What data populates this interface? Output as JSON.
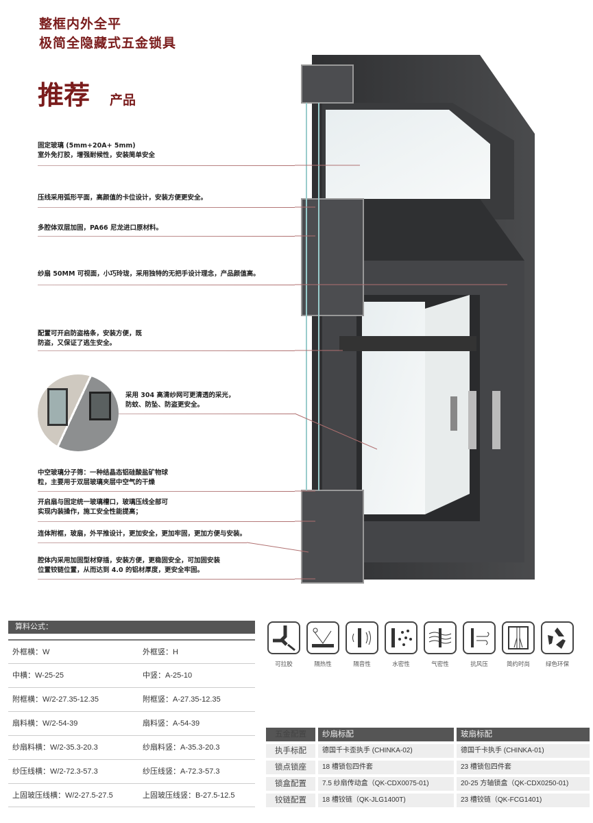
{
  "header": {
    "line1": "整框内外全平",
    "line2": "极简全隐藏式五金锁具",
    "recommend": "推荐",
    "product": "产品"
  },
  "notes": [
    {
      "l1": "固定玻璃 (5mm+20A+ 5mm)",
      "l2": "室外免打胶，增强耐候性，安装简单安全"
    },
    {
      "l1": "压线采用弧形平面，高颜值的卡位设计，安装方便更安全。",
      "l2": ""
    },
    {
      "l1": "多腔体双层加固，PA66 尼龙进口原材料。",
      "l2": ""
    },
    {
      "l1": "纱扇 50MM 可视面，小巧玲珑，采用独特的无把手设计理念，产品颜值高。",
      "l2": ""
    },
    {
      "l1": "配置可开启防盗格条，安装方便，既",
      "l2": "防盗，又保证了逃生安全。"
    },
    {
      "l1": "采用 304 高清纱网可更清透的采光，",
      "l2": "防蚊、防坠、防盗更安全。"
    },
    {
      "l1": "中空玻璃分子筛：一种结晶态铝硅酸盐矿物球",
      "l2": "粒，主要用于双层玻璃夹层中空气的干燥"
    },
    {
      "l1": "开启扇与固定统一玻璃槽口，玻璃压线全部可",
      "l2": "实现内装操作，施工安全性能提高；"
    },
    {
      "l1": "连体附框，玻扇，外平推设计，更加安全，更加牢固，更加方便与安装。",
      "l2": ""
    },
    {
      "l1": "腔体内采用加固型材穿插，安装方便，更稳固安全，可加固安装",
      "l2": "位置铰链位置，从而达到 4.0 的铝材厚度，更安全牢固。"
    }
  ],
  "formula": {
    "title": "算料公式：",
    "rows": [
      [
        "外框横：W",
        "外框竖：H"
      ],
      [
        "中横：W-25-25",
        "中竖：A-25-10"
      ],
      [
        "附框横：W/2-27.35-12.35",
        "附框竖：A-27.35-12.35"
      ],
      [
        "扇料横：W/2-54-39",
        "扇料竖：A-54-39"
      ],
      [
        "纱扇料横：W/2-35.3-20.3",
        "纱扇料竖：A-35.3-20.3"
      ],
      [
        "纱压线横：W/2-72.3-57.3",
        "纱压线竖：A-72.3-57.3"
      ],
      [
        "上固玻压线横：W/2-27.5-27.5",
        "上固玻压线竖：B-27.5-12.5"
      ]
    ]
  },
  "features": [
    {
      "icon": "sealant-icon",
      "label": "可拉胶"
    },
    {
      "icon": "heat-insulation-icon",
      "label": "隔热性"
    },
    {
      "icon": "sound-insulation-icon",
      "label": "隔音性"
    },
    {
      "icon": "watertight-icon",
      "label": "水密性"
    },
    {
      "icon": "airtight-icon",
      "label": "气密性"
    },
    {
      "icon": "wind-pressure-icon",
      "label": "抗风压"
    },
    {
      "icon": "minimal-style-icon",
      "label": "简约时尚"
    },
    {
      "icon": "recycle-icon",
      "label": "绿色环保"
    }
  ],
  "hardware": {
    "headers": [
      "五金配置",
      "纱扇标配",
      "玻扇标配"
    ],
    "rows": [
      [
        "执手标配",
        "德国千卡歪执手 (CHINKA-02)",
        "德国千卡执手 (CHINKA-01)"
      ],
      [
        "锁点锁座",
        "18 槽锁包四件套",
        "23 槽锁包四件套"
      ],
      [
        "锁盒配置",
        "7.5 纱扇传动盒（QK-CDX0075-01)",
        "20-25 方轴锁盒（QK-CDX0250-01)"
      ],
      [
        "铰链配置",
        "18 槽铰链（QK-JLG1400T)",
        "23 槽铰链（QK-FCG1401)"
      ]
    ]
  },
  "colors": {
    "brand": "#7a1c1c",
    "frame": "#3c3d3f",
    "header_bar": "#555555"
  }
}
